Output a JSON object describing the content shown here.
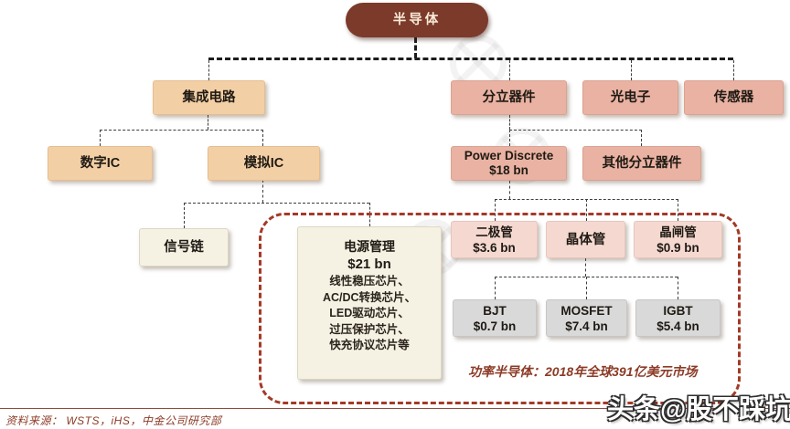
{
  "colors": {
    "root_bg": "#7C3A2B",
    "ic_branch_bg": "#F3CFA5",
    "discrete_branch_bg": "#E9B2A2",
    "power_sub_bg": "#F5D9D1",
    "transistor_sub_bg": "#D9D9D9",
    "cream_bg": "#F6F2E3",
    "group_outline": "#A33A27",
    "accent_text": "#8C3B26"
  },
  "tree": {
    "root": {
      "label": "半导体"
    },
    "level1": [
      {
        "label": "集成电路"
      },
      {
        "label": "分立器件"
      },
      {
        "label": "光电子"
      },
      {
        "label": "传感器"
      }
    ],
    "ic_children": [
      {
        "label": "数字IC"
      },
      {
        "label": "模拟IC"
      }
    ],
    "analog_children": [
      {
        "label": "信号链"
      },
      {
        "label": "电源管理",
        "value": "$21 bn",
        "details": [
          "线性稳压芯片、",
          "AC/DC转换芯片、",
          "LED驱动芯片、",
          "过压保护芯片、",
          "快充协议芯片等"
        ]
      }
    ],
    "discrete_children": [
      {
        "label": "Power Discrete",
        "value": "$18 bn"
      },
      {
        "label": "其他分立器件"
      }
    ],
    "power_discrete_children": [
      {
        "label": "二极管",
        "value": "$3.6 bn"
      },
      {
        "label": "晶体管"
      },
      {
        "label": "晶闸管",
        "value": "$0.9 bn"
      }
    ],
    "transistor_children": [
      {
        "label": "BJT",
        "value": "$0.7 bn"
      },
      {
        "label": "MOSFET",
        "value": "$7.4 bn"
      },
      {
        "label": "IGBT",
        "value": "$5.4 bn"
      }
    ]
  },
  "annotations": {
    "group_note": "功率半导体：2018年全球391亿美元市场",
    "source": "资料来源：  WSTS，iHS，中金公司研究部",
    "watermark": "头条@股不踩坑"
  }
}
